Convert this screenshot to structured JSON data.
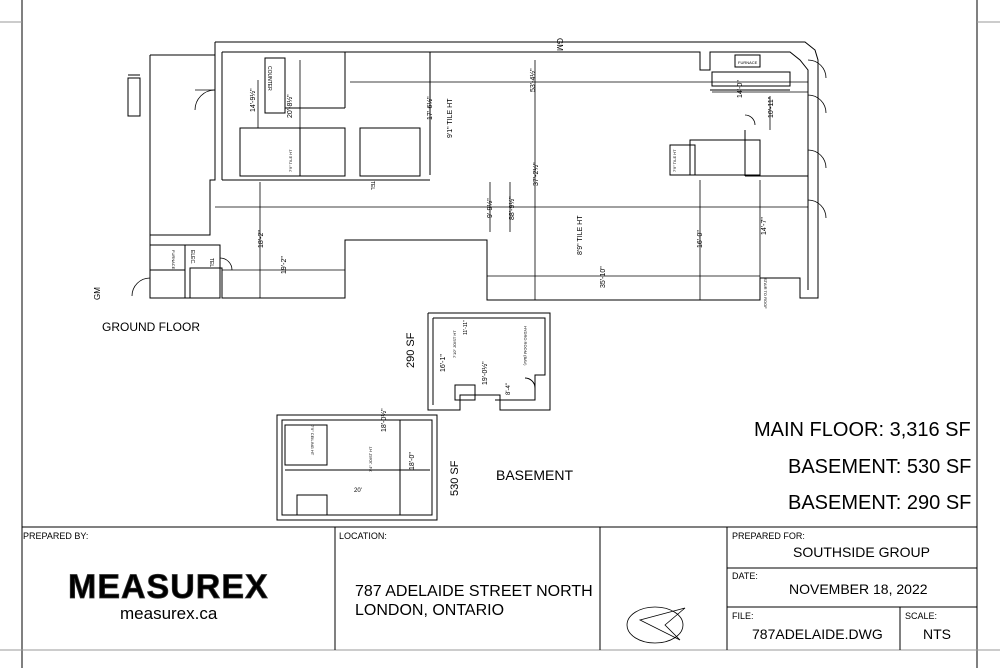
{
  "plan": {
    "labels": {
      "gm_top": "GM",
      "gm_left": "GM",
      "ground_floor": "GROUND FLOOR",
      "basement": "BASEMENT",
      "area_290": "290 SF",
      "area_530": "530 SF",
      "counter": "COUNTER",
      "furnace_top": "FURNACE",
      "tile_91": "9'1\" TILE HT",
      "tile_89": "8'9\" TILE HT",
      "tile_79_a": "7'9\" TILE HT",
      "tile_79_b": "7'9\" TILE HT",
      "tel_1": "TEL",
      "tel_2": "TEL",
      "elec": "ELEC.",
      "furnace_left": "FURNACE",
      "stair_to_roof": "STAIR TO ROOF",
      "hydro_room": "HYDRO ROOM (BAV)",
      "joist_ht_a": "7'10\" JOIST HT",
      "joist_ht_b": "7'4\" JOIST HT",
      "ceiling_note": "7'9\" CEILING HT"
    },
    "dimensions": {
      "d1": "14'-9½\"",
      "d2": "20'-8½\"",
      "d3": "17'-6½\"",
      "d4": "53'-4½\"",
      "d5": "37'-2½\"",
      "d6": "88'-9½\"",
      "d7": "9'-9½\"",
      "d8": "18'-2\"",
      "d9": "19'-2\"",
      "d10": "35'-10\"",
      "d11": "16'-0\"",
      "d12": "14'-7\"",
      "d13": "14'-0\"",
      "d14": "10'-11\"",
      "d15": "16'-1\"",
      "d16": "11'-11\"",
      "d17": "19'-0½\"",
      "d18": "8'-4\"",
      "d19": "18'-0½\"",
      "d20": "18'-0\"",
      "d21": "20'"
    }
  },
  "areas": {
    "main_floor": "MAIN FLOOR:  3,316 SF",
    "basement_1": "BASEMENT: 530 SF",
    "basement_2": "BASEMENT: 290 SF"
  },
  "title_block": {
    "prepared_by_label": "PREPARED BY:",
    "logo_text": "MEASUREX",
    "website": "measurex.ca",
    "location_label": "LOCATION:",
    "address_line1": "787 ADELAIDE STREET NORTH",
    "address_line2": "LONDON, ONTARIO",
    "prepared_for_label": "PREPARED FOR:",
    "prepared_for_value": "SOUTHSIDE GROUP",
    "date_label": "DATE:",
    "date_value": "NOVEMBER 18,  2022",
    "file_label": "FILE:",
    "file_value": "787ADELAIDE.DWG",
    "scale_label": "SCALE:",
    "scale_value": "NTS"
  }
}
